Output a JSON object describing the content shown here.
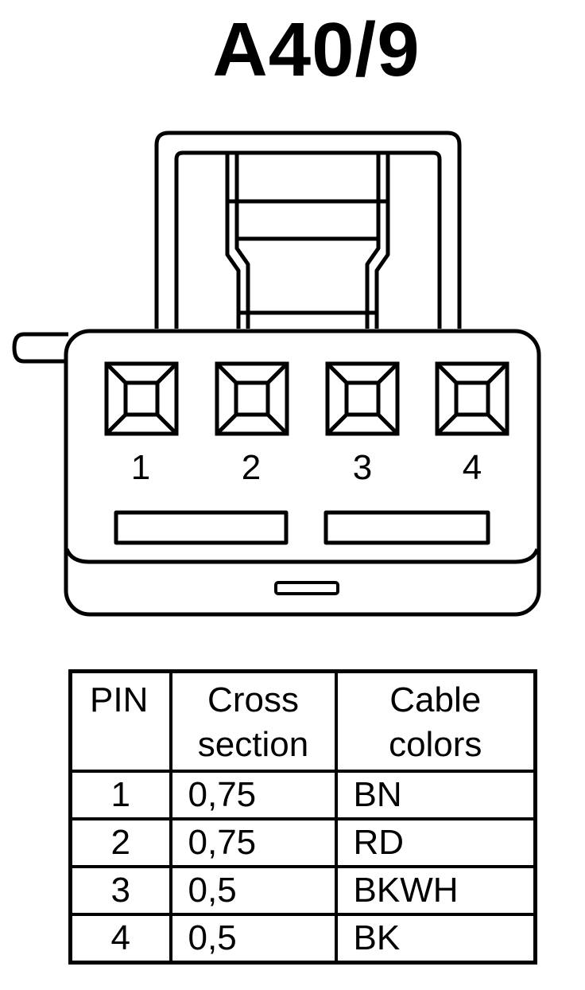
{
  "title": "A40/9",
  "connector": {
    "pin_numbers": [
      "1",
      "2",
      "3",
      "4"
    ]
  },
  "table": {
    "headers": {
      "pin": "PIN",
      "cross_section_line1": "Cross",
      "cross_section_line2": "section",
      "cable_colors_line1": "Cable",
      "cable_colors_line2": "colors"
    },
    "rows": [
      {
        "pin": "1",
        "cross_section": "0,75",
        "color": "BN"
      },
      {
        "pin": "2",
        "cross_section": "0,75",
        "color": "RD"
      },
      {
        "pin": "3",
        "cross_section": "0,5",
        "color": "BKWH"
      },
      {
        "pin": "4",
        "cross_section": "0,5",
        "color": "BK"
      }
    ]
  }
}
